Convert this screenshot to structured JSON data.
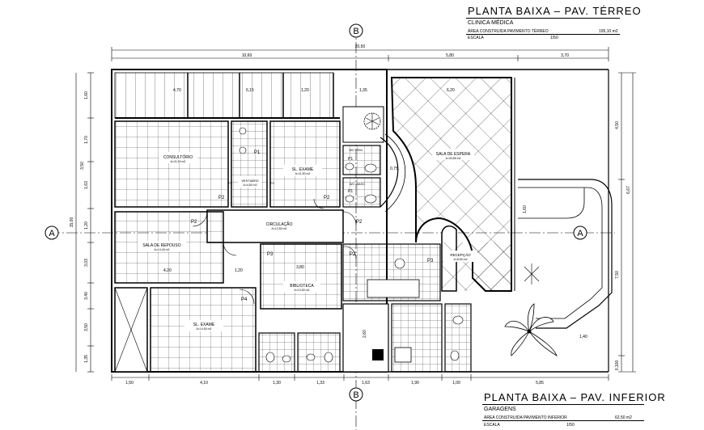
{
  "upper_title": {
    "title": "PLANTA BAIXA – PAV. TÉRREO",
    "subtitle": "CLINICA MÉDICA",
    "area_label": "ÁREA CONSTRUIDA PAVIMENTO TÉRREO",
    "area_value": "195,10 m2",
    "scale_label": "ESCALA",
    "scale_value": "1/50"
  },
  "lower_title": {
    "title": "PLANTA BAIXA – PAV. INFERIOR",
    "subtitle": "GARAGENS",
    "area_label": "ÁREA CONSTRUIDA PAVIMENTO INFERIOR",
    "area_value": "62,50 m2",
    "scale_label": "ESCALA",
    "scale_value": "1/50"
  },
  "axes": {
    "a": "A",
    "b": "B"
  },
  "dims_top": {
    "total": "20,50",
    "d1": "10,60",
    "d2": "5,80",
    "d3": "3,70"
  },
  "dims_bottom": [
    "1,50",
    "4,10",
    "1,30",
    "1,33",
    "1,63",
    "1,90",
    "1,00",
    "5,85"
  ],
  "dims_left": {
    "total": "15,00",
    "segments": [
      "1,60",
      "1,70",
      "3,50",
      "1,63",
      "1,20",
      "3,03",
      "3,40",
      "3,50",
      "1,35"
    ]
  },
  "dims_right": {
    "total": "6,67",
    "segments": [
      "4,50",
      "7,50",
      "0,100"
    ]
  },
  "rooms": {
    "consultorio": "CONSULTÓRIO",
    "consultorio_area": "A=11,50 m2",
    "vestiario": "VESTIÁRIO",
    "vestiario_area": "A=4,50 m2",
    "sl_exame_1": "SL. EXAME",
    "sl_exame_1_area": "A=11,50 m2",
    "wc_fem": "WC FEM.",
    "wc_masc": "WC MASC.",
    "sala_espera": "SALA DE ESPERA",
    "sala_espera_area": "A=33,85 m2",
    "circulacao": "CIRCULAÇÃO",
    "circulacao_area": "A=12,50 m2",
    "sala_repouso": "SALA DE REPOUSO",
    "sala_repouso_area": "A=14,40 m2",
    "biblioteca": "BIBLIOTECA",
    "biblioteca_area": "A=10,50 m2",
    "recepcao": "RECEPÇÃO",
    "recepcao_area": "A=8,50 m2",
    "sl_exame_2": "SL. EXAME",
    "sl_exame_2_area": "A=14,50 m2"
  },
  "doors": {
    "p1": "P1",
    "p2": "P2",
    "p3": "P3",
    "p4": "P4"
  },
  "inner_dims": {
    "a": "4,70",
    "b": "6,15",
    "c": "1,20",
    "d": "1,35",
    "e": "0,75",
    "f": "6,20",
    "g": "4,20",
    "h": "1,20",
    "i": "3,80",
    "j": "1,40",
    "k": "2,60",
    "l": "1,60"
  }
}
